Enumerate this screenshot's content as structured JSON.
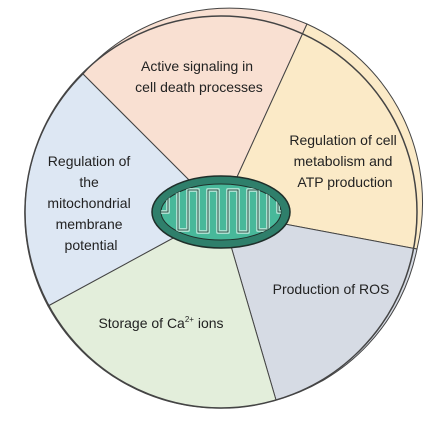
{
  "segments": [
    {
      "id": "cell-death",
      "color": "#f9e0d2",
      "lines": [
        "Active signaling in",
        "cell death processes"
      ]
    },
    {
      "id": "metabolism",
      "color": "#fbeac7",
      "lines": [
        "Regulation of cell",
        "metabolism and",
        "ATP production"
      ]
    },
    {
      "id": "ros",
      "color": "#d6dbe4",
      "lines": [
        "Production of ROS"
      ]
    },
    {
      "id": "calcium",
      "color": "#e3eedb",
      "label_main": "Storage of Ca",
      "label_sup": "2+",
      "label_end": " ions"
    },
    {
      "id": "membrane-potential",
      "color": "#dde7f3",
      "lines": [
        "Regulation of",
        "the",
        "mitochondrial",
        "membrane",
        "potential"
      ]
    }
  ],
  "center": {
    "icon": "mitochondrion-icon",
    "outer_color": "#2f7f6b",
    "matrix_color": "#48b89a",
    "cristae_color": "#a9e0d0"
  },
  "outline_color": "#444444"
}
